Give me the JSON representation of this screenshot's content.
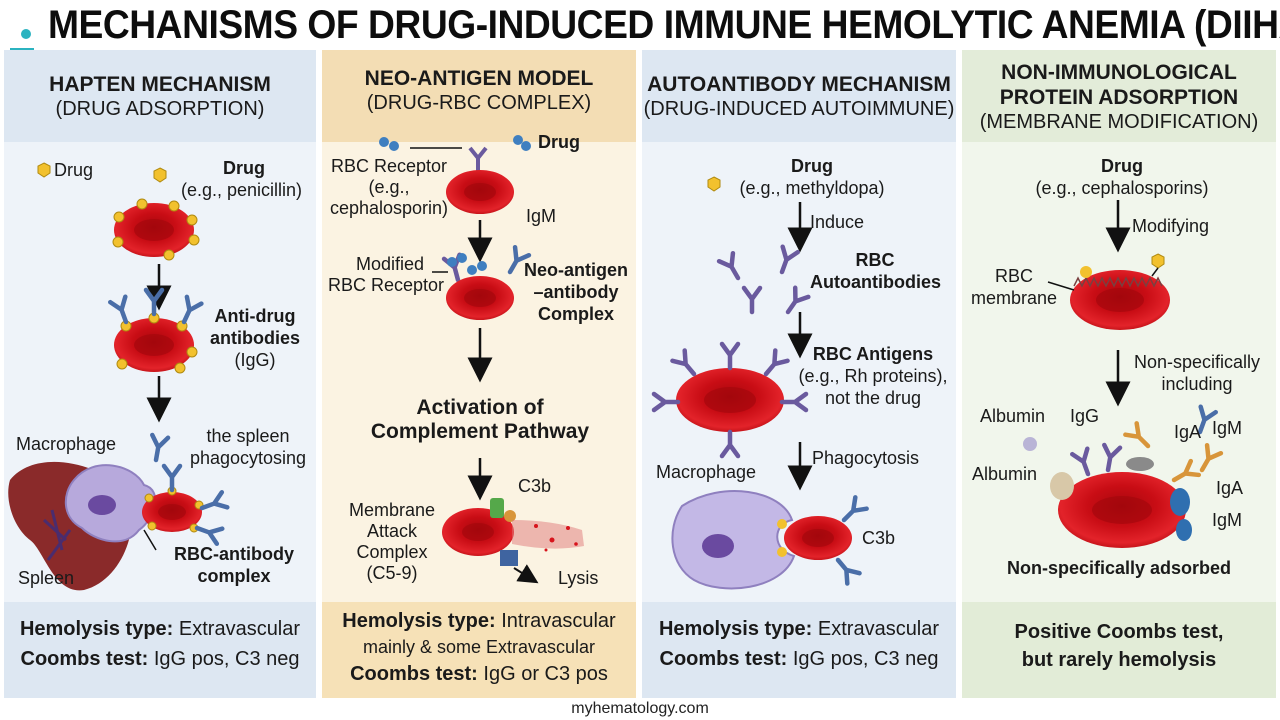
{
  "title": "MECHANISMS OF DRUG-INDUCED IMMUNE HEMOLYTIC ANEMIA (DIIHA)",
  "footer": "myhematology.com",
  "colors": {
    "rbc": "#d7141c",
    "antibody": "#4a6ea8",
    "drug": "#f2c12e",
    "macrophage": "#b7a9dc",
    "spleen": "#8a2a2a"
  },
  "panels": {
    "hapten": {
      "title": "HAPTEN MECHANISM",
      "subtitle": "(DRUG ADSORPTION)",
      "labels": {
        "drug_legend": "Drug",
        "drug": "Drug",
        "drug_example": "(e.g., penicillin)",
        "antibodies_1": "Anti-drug",
        "antibodies_2": "antibodies",
        "antibodies_3": "(IgG)",
        "macrophage": "Macrophage",
        "spleen_1": "the spleen",
        "spleen_2": "phagocytosing",
        "complex_1": "RBC-antibody",
        "complex_2": "complex",
        "spleen": "Spleen"
      },
      "footer": {
        "hemolysis_key": "Hemolysis type:",
        "hemolysis_val": " Extravascular",
        "coombs_key": "Coombs test:",
        "coombs_val": " IgG pos, C3 neg"
      }
    },
    "neoantigen": {
      "title": "NEO-ANTIGEN MODEL",
      "subtitle": "(DRUG-RBC COMPLEX)",
      "labels": {
        "drug": "Drug",
        "receptor_1": "RBC Receptor",
        "receptor_2": "(e.g.,",
        "receptor_3": "cephalosporin)",
        "igm": "IgM",
        "modified_1": "Modified",
        "modified_2": "RBC Receptor",
        "complex_1": "Neo-antigen",
        "complex_2": "–antibody",
        "complex_3": "Complex",
        "activation_1": "Activation of",
        "activation_2": "Complement Pathway",
        "c3b": "C3b",
        "mac_1": "Membrane",
        "mac_2": "Attack",
        "mac_3": "Complex",
        "mac_4": "(C5-9)",
        "lysis": "Lysis"
      },
      "footer": {
        "hemolysis_key": "Hemolysis type:",
        "hemolysis_val": " Intravascular",
        "hemolysis_line2": "mainly & some Extravascular",
        "coombs_key": "Coombs test:",
        "coombs_val": " IgG or C3 pos"
      }
    },
    "autoantibody": {
      "title": "AUTOANTIBODY MECHANISM",
      "subtitle": "(DRUG-INDUCED AUTOIMMUNE)",
      "labels": {
        "drug": "Drug",
        "drug_example": "(e.g., methyldopa)",
        "induce": "Induce",
        "auto_1": "RBC",
        "auto_2": "Autoantibodies",
        "antigens_1": "RBC Antigens",
        "antigens_2": "(e.g., Rh proteins),",
        "antigens_3": "not the drug",
        "phago": "Phagocytosis",
        "macrophage": "Macrophage",
        "c3b": "C3b"
      },
      "footer": {
        "hemolysis_key": "Hemolysis type:",
        "hemolysis_val": " Extravascular",
        "coombs_key": "Coombs test:",
        "coombs_val": " IgG pos, C3 neg"
      }
    },
    "nonimmune": {
      "title_1": "NON-IMMUNOLOGICAL",
      "title_2": "PROTEIN ADSORPTION",
      "subtitle": "(MEMBRANE MODIFICATION)",
      "labels": {
        "drug": "Drug",
        "drug_example": "(e.g., cephalosporins)",
        "modifying": "Modifying",
        "membrane_1": "RBC",
        "membrane_2": "membrane",
        "nonspec_1": "Non-specifically",
        "nonspec_2": "including",
        "albumin_top": "Albumin",
        "igg": "IgG",
        "iga_top": "IgA",
        "igm_top": "IgM",
        "albumin_mid": "Albumin",
        "iga": "IgA",
        "igm": "IgM",
        "adsorbed": "Non-specifically adsorbed"
      },
      "footer": {
        "line1": "Positive Coombs test,",
        "line2": "but rarely hemolysis"
      }
    }
  }
}
